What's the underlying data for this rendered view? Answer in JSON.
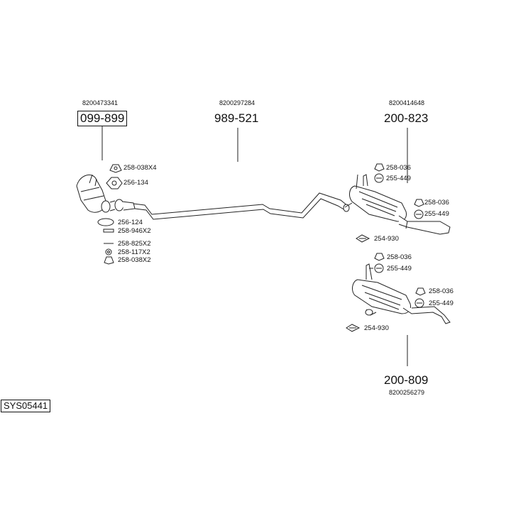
{
  "groups": {
    "front": {
      "oem": "8200473341",
      "part": "099-899"
    },
    "middle": {
      "oem": "8200297284",
      "part": "989-521"
    },
    "rear_upper": {
      "oem": "8200414648",
      "part": "200-823"
    },
    "rear_lower": {
      "oem": "8200256279",
      "part": "200-809"
    }
  },
  "front_parts": [
    "258-038X4",
    "256-134",
    "256-124",
    "258-946X2",
    "258-825X2",
    "258-117X2",
    "258-038X2"
  ],
  "rear_upper_parts": [
    "258-036",
    "255-449",
    "258-036",
    "255-449",
    "254-930"
  ],
  "rear_lower_parts": [
    "258-036",
    "255-449",
    "258-036",
    "255-449",
    "254-930"
  ],
  "system_code": "SYS05441"
}
